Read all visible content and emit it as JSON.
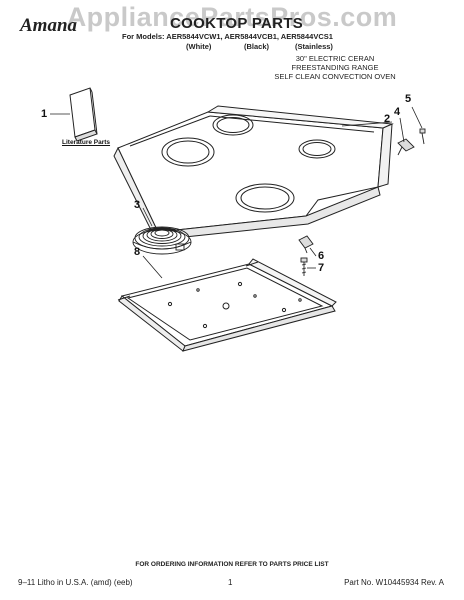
{
  "header": {
    "watermark": "AppliancePartsPros.com",
    "brand": "Amana",
    "title": "COOKTOP PARTS",
    "models_line": "For Models: AER5844VCW1, AER5844VCB1, AER5844VCS1",
    "colors": {
      "white": "(White)",
      "black": "(Black)",
      "stainless": "(Stainless)"
    },
    "description": [
      "30\" ELECTRIC CERAN",
      "FREESTANDING RANGE",
      "SELF CLEAN CONVECTION OVEN"
    ]
  },
  "diagram": {
    "callouts": [
      "1",
      "2",
      "3",
      "4",
      "5",
      "6",
      "7",
      "8"
    ],
    "literature_label": "Literature Parts"
  },
  "footer": {
    "ordering_note": "FOR ORDERING INFORMATION REFER TO PARTS PRICE LIST",
    "litho": "9–11 Litho in U.S.A. (amd) (eeb)",
    "page": "1",
    "part_number": "Part No. W10445934 Rev. A"
  }
}
